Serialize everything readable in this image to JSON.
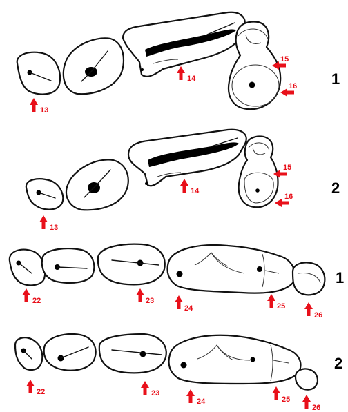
{
  "rows": [
    {
      "label": "1",
      "arrows": [
        "13",
        "14",
        "15",
        "16"
      ]
    },
    {
      "label": "2",
      "arrows": [
        "13",
        "14",
        "15",
        "16"
      ]
    },
    {
      "label": "1",
      "arrows": [
        "22",
        "23",
        "24",
        "25",
        "26"
      ]
    },
    {
      "label": "2",
      "arrows": [
        "22",
        "23",
        "24",
        "25",
        "26"
      ]
    }
  ],
  "colors": {
    "arrow": "#e8101a",
    "outline": "#111111",
    "background": "#ffffff"
  },
  "icons": {
    "arrow": "up-arrow-icon"
  }
}
